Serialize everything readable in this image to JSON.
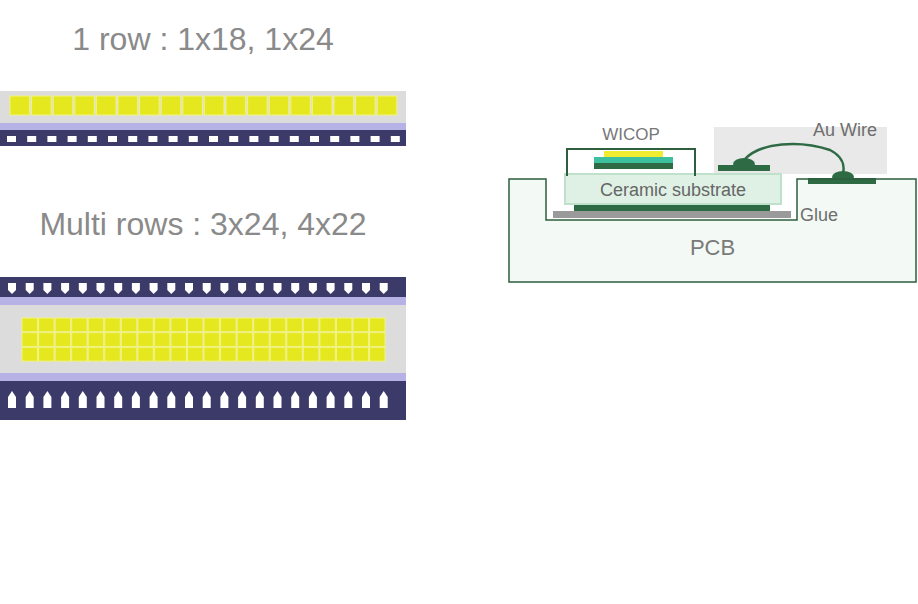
{
  "diagram": {
    "nodes": [
      {
        "text": [
          "PCB"
        ]
      },
      {
        "text": [
          "Ceramic substrate"
        ],
        "in": 0
      },
      {
        "text": [
          "WICOP"
        ]
      }
    ],
    "labels": [
      "1 row : 1x18, 1x24",
      "Multi rows : 3x24, 4x22",
      "Au Wire",
      "Glue"
    ]
  }
}
